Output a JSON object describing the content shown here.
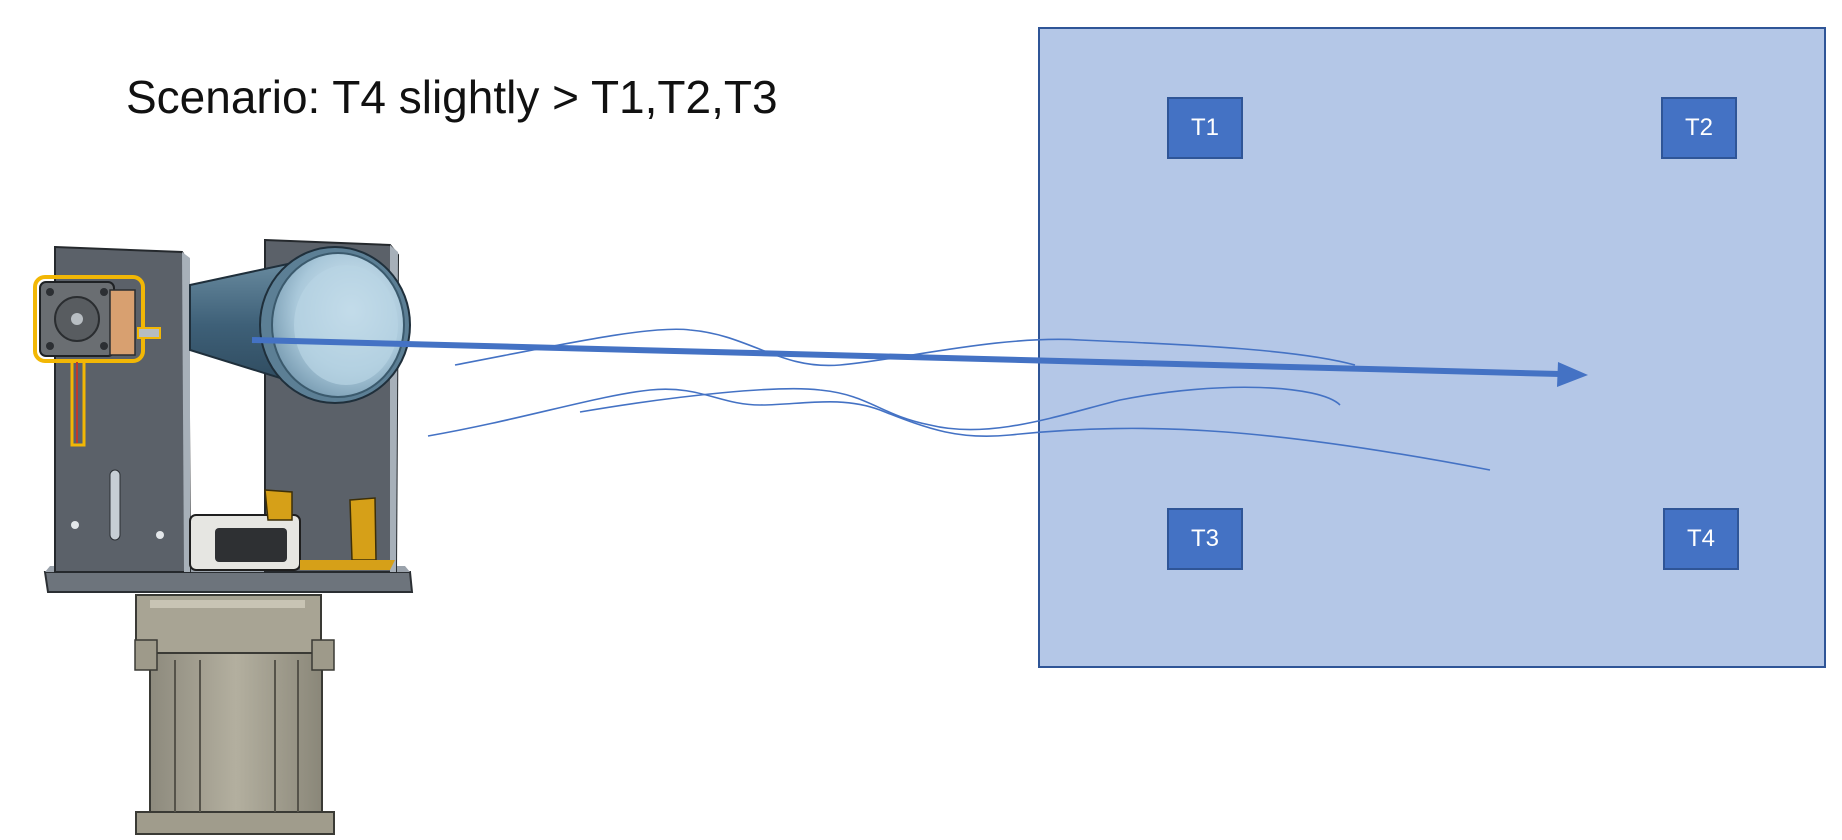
{
  "title": "Scenario: T4 slightly > T1,T2,T3",
  "sensors": [
    {
      "label": "T1"
    },
    {
      "label": "T2"
    },
    {
      "label": "T3"
    },
    {
      "label": "T4"
    }
  ],
  "colors": {
    "panel_fill": "#b4c7e7",
    "panel_border": "#2f5597",
    "sensor_fill": "#4472c4",
    "beam": "#4472c4",
    "airflow_lines": "#4472c4",
    "mount_frame": "#5b6169",
    "stepper_highlight": "#f2b705",
    "base_motor": "#a09c8c"
  },
  "icons": {
    "device": "pan-tilt-fan-mount",
    "beam": "arrow-right",
    "airflow": "wavy-lines"
  }
}
